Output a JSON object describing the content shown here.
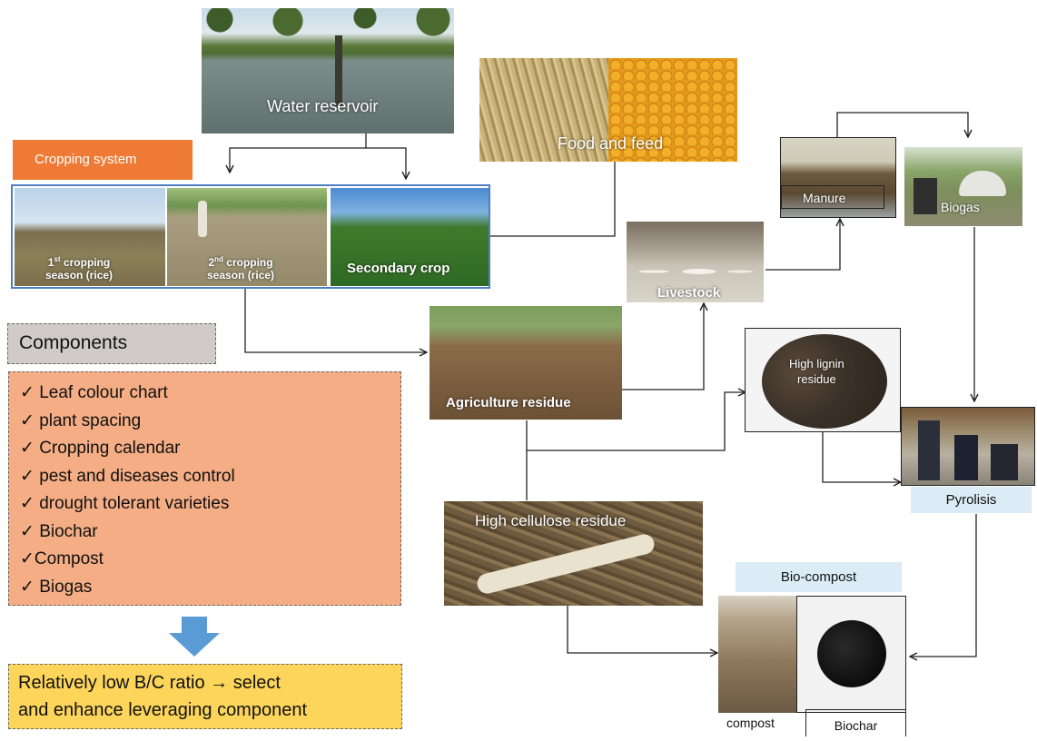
{
  "nodes": {
    "water_reservoir": "Water reservoir",
    "cropping_system": "Cropping system",
    "first_season_sup": "st",
    "first_season_a": "1",
    "first_season_b": "cropping",
    "first_season_c": "season (rice)",
    "second_season_a": "2",
    "second_season_sup": "nd",
    "second_season_b": "cropping",
    "second_season_c": "season (rice)",
    "secondary_crop": "Secondary crop",
    "food_and_feed": "Food and feed",
    "manure": "Manure",
    "biogas": "Biogas",
    "livestock": "Livestock",
    "agriculture_residue": "Agriculture residue",
    "high_lignin_residue_a": "High lignin",
    "high_lignin_residue_b": "residue",
    "pyrolisis": "Pyrolisis",
    "high_cellulose_residue": "High cellulose residue",
    "bio_compost": "Bio-compost",
    "compost": "compost",
    "biochar": "Biochar"
  },
  "components": {
    "title": "Components",
    "check": "✓",
    "items": [
      "Leaf colour chart",
      "plant spacing",
      "Cropping calendar",
      "pest and diseases control",
      "drought  tolerant varieties",
      "Biochar",
      "Compost",
      "Biogas"
    ]
  },
  "conclusion": {
    "line1": "Relatively low B/C ratio → select",
    "line2": "and enhance leveraging component"
  },
  "colors": {
    "cropping_label_bg": "#ee7a35",
    "components_title_bg": "#d0cbc8",
    "components_list_bg": "#f4ad84",
    "conclusion_bg": "#fcd55a",
    "down_arrow": "#5b9bd5",
    "pyrolisis_bg": "#dbecf6",
    "biocompost_bg": "#dbecf6",
    "frame_blue": "#4f7fc1"
  }
}
